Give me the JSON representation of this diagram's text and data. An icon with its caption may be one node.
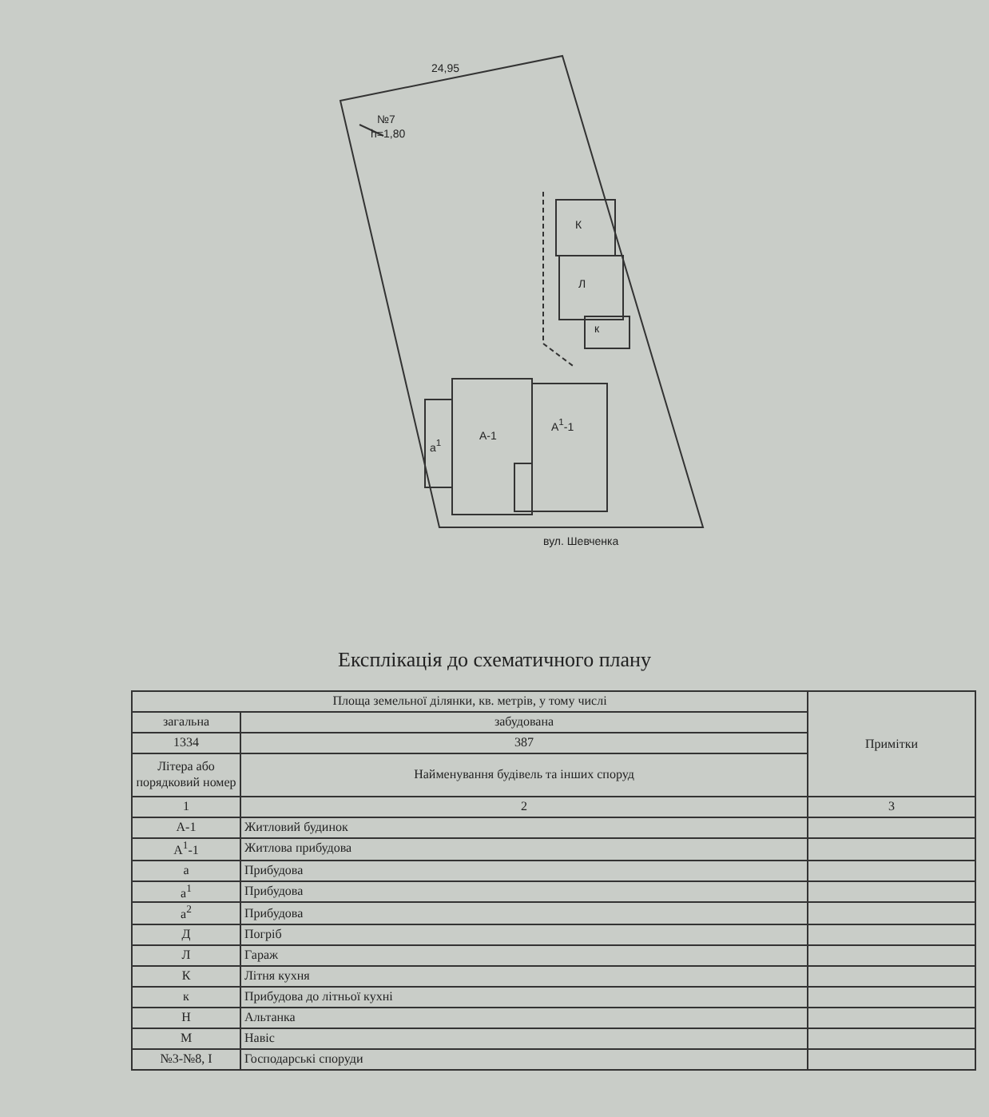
{
  "diagram": {
    "title": "Експлікація до схематичного плану",
    "labels": [
      "24,95",
      "№7",
      "h=1,80",
      "К",
      "Л",
      "к",
      "А-1",
      "А$^{1}$-1",
      "а$^{1}$",
      "вул. Шевченка",
      "Площа земельної ділянки, кв. метрів, у тому числі",
      "Примітки",
      "загальна",
      "забудована",
      "1334",
      "387",
      "Літера або порядковий номер",
      "Найменування будівель та інших споруд",
      "1",
      "2",
      "3",
      "А-1",
      "Житловий будинок",
      "А$^{1}$-1",
      "Житлова прибудова",
      "а",
      "Прибудова",
      "а$^{1}$",
      "Прибудова",
      "а$^{2}$",
      "Прибудова",
      "Д",
      "Погріб",
      "Л",
      "Гараж",
      "К",
      "Літня кухня",
      "к",
      "Прибудова до літньої кухні",
      "Н",
      "Альтанка",
      "М",
      "Навіс",
      "№3-№8, І",
      "Господарські споруди"
    ]
  }
}
